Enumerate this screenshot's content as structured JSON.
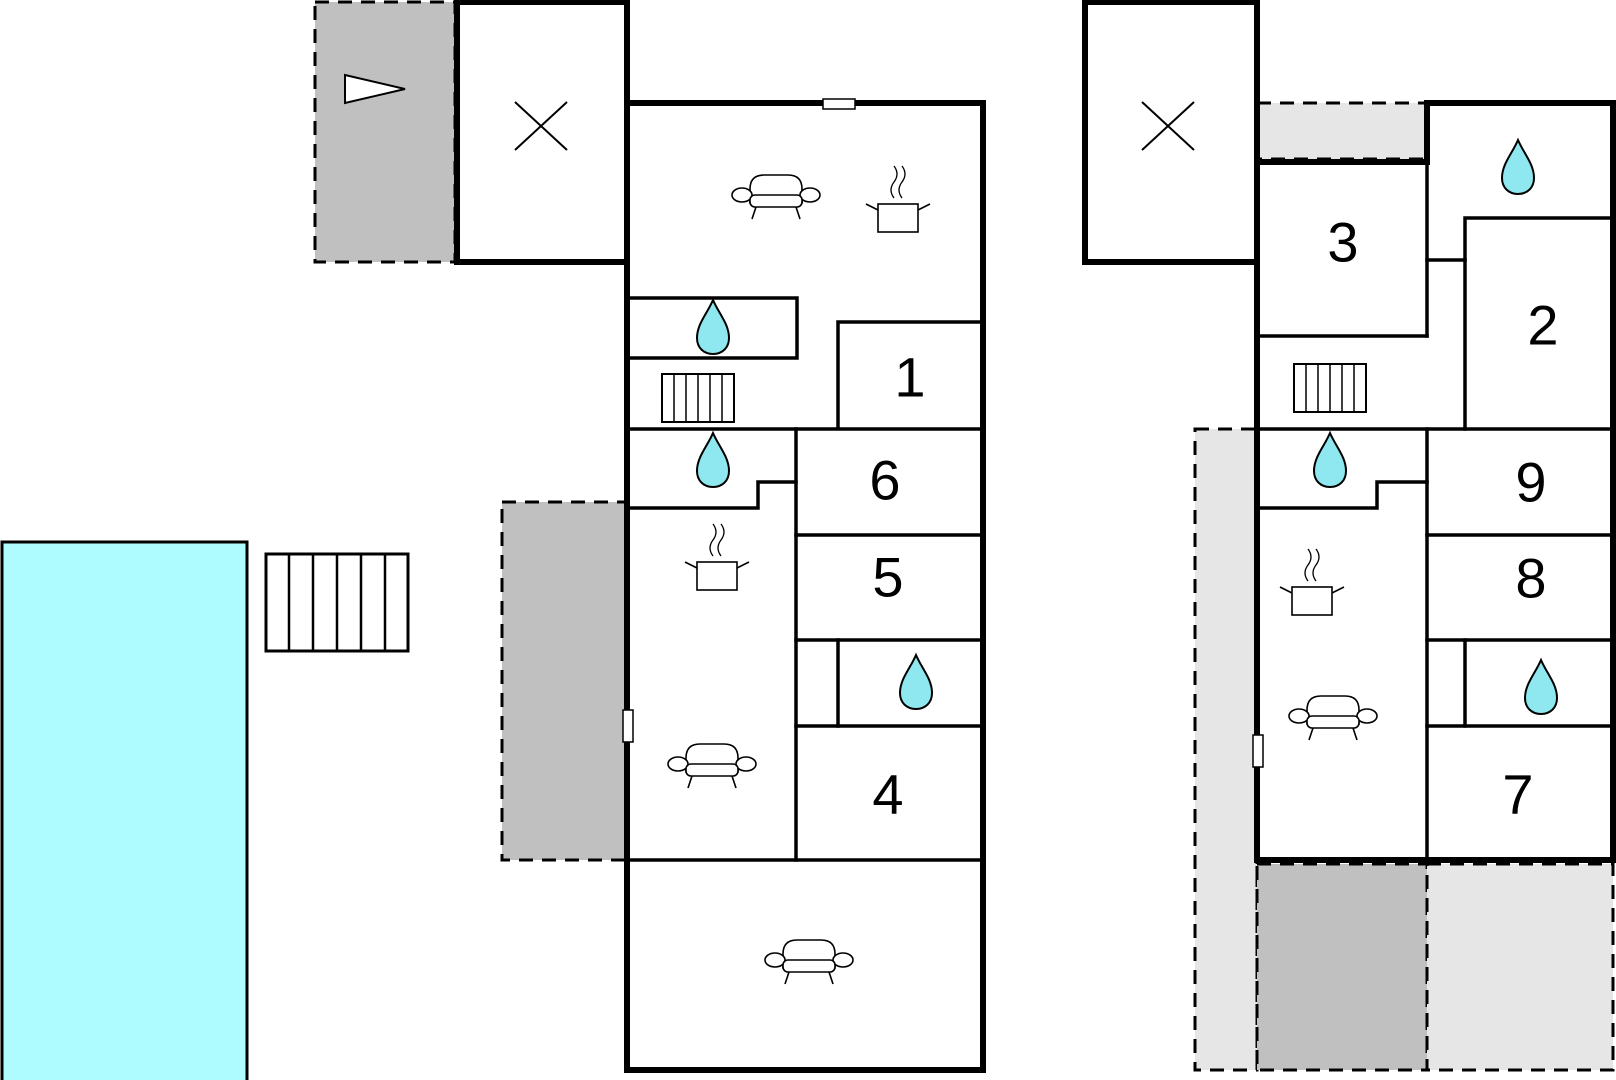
{
  "floor_plan": {
    "rooms": [
      {
        "id": "room-1",
        "label": "1"
      },
      {
        "id": "room-2",
        "label": "2"
      },
      {
        "id": "room-3",
        "label": "3"
      },
      {
        "id": "room-4",
        "label": "4"
      },
      {
        "id": "room-5",
        "label": "5"
      },
      {
        "id": "room-6",
        "label": "6"
      },
      {
        "id": "room-7",
        "label": "7"
      },
      {
        "id": "room-8",
        "label": "8"
      },
      {
        "id": "room-9",
        "label": "9"
      }
    ],
    "icons": [
      "sofa-icon",
      "kitchen-pot-icon",
      "water-drop-icon",
      "stairs-icon",
      "cross-icon",
      "arrow-icon"
    ],
    "colors": {
      "pool": "#aefcff",
      "water_drop": "#8fe8ef",
      "covered_terrace": "#c0c0c0",
      "open_terrace": "#e6e6e6",
      "wall": "#000000"
    }
  }
}
